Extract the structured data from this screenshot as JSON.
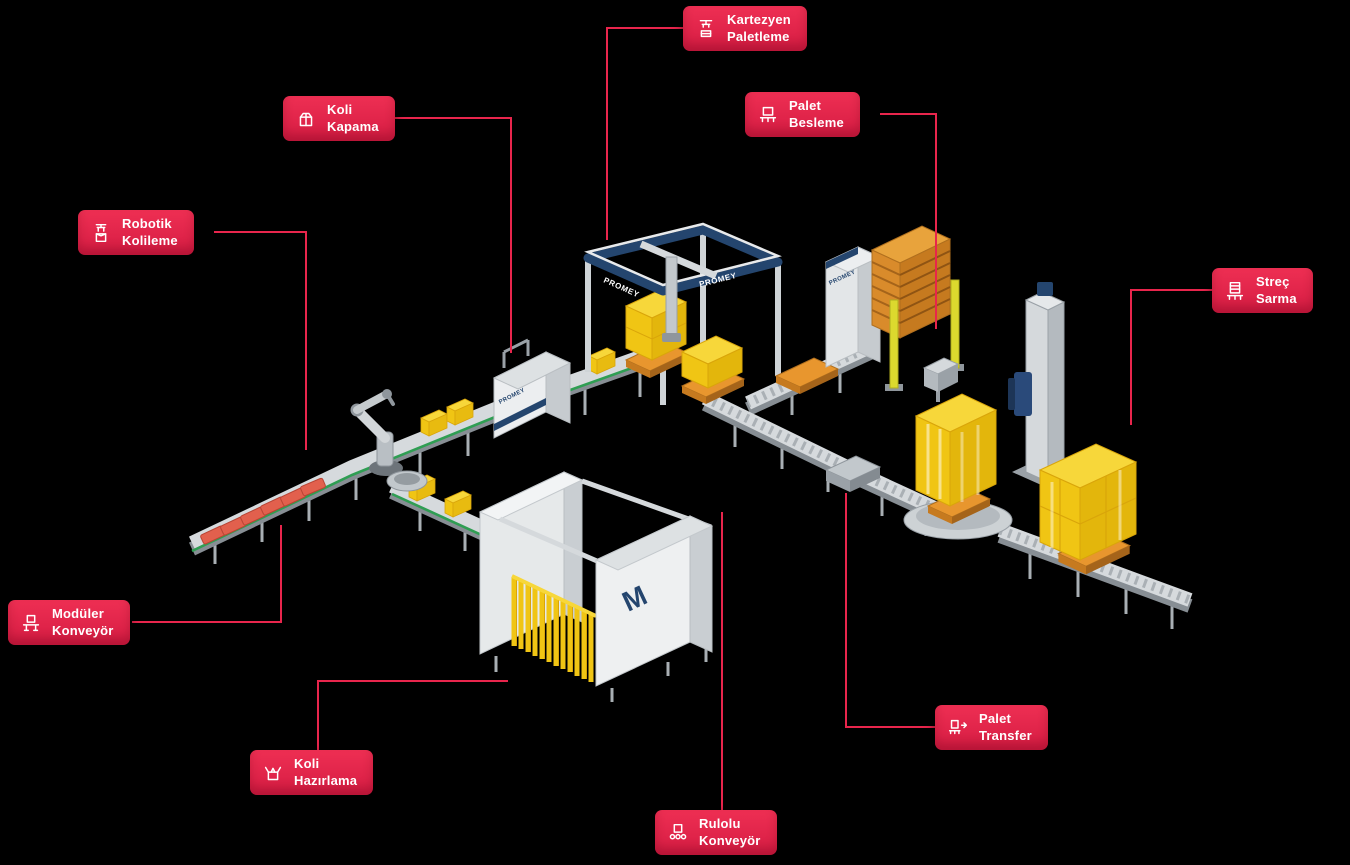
{
  "page": {
    "background": "#000000",
    "accent": "#e8254c",
    "brand": "PROMEY",
    "logo": "M"
  },
  "labels": [
    {
      "id": "kartezyen-paletleme",
      "line1": "Kartezyen",
      "line2": "Paletleme",
      "icon": "gantry-palletizer-icon"
    },
    {
      "id": "koli-kapama",
      "line1": "Koli",
      "line2": "Kapama",
      "icon": "box-sealing-icon"
    },
    {
      "id": "robotik-kolileme",
      "line1": "Robotik",
      "line2": "Kolileme",
      "icon": "robot-case-packing-icon"
    },
    {
      "id": "palet-besleme",
      "line1": "Palet",
      "line2": "Besleme",
      "icon": "pallet-feeding-icon"
    },
    {
      "id": "strec-sarma",
      "line1": "Streç",
      "line2": "Sarma",
      "icon": "stretch-wrapping-icon"
    },
    {
      "id": "moduler-konveyor",
      "line1": "Modüler",
      "line2": "Konveyör",
      "icon": "modular-conveyor-icon"
    },
    {
      "id": "koli-hazirlama",
      "line1": "Koli",
      "line2": "Hazırlama",
      "icon": "box-erecting-icon"
    },
    {
      "id": "rulolu-konveyor",
      "line1": "Rulolu",
      "line2": "Konveyör",
      "icon": "roller-conveyor-icon"
    },
    {
      "id": "palet-transfer",
      "line1": "Palet",
      "line2": "Transfer",
      "icon": "pallet-transfer-icon"
    }
  ]
}
